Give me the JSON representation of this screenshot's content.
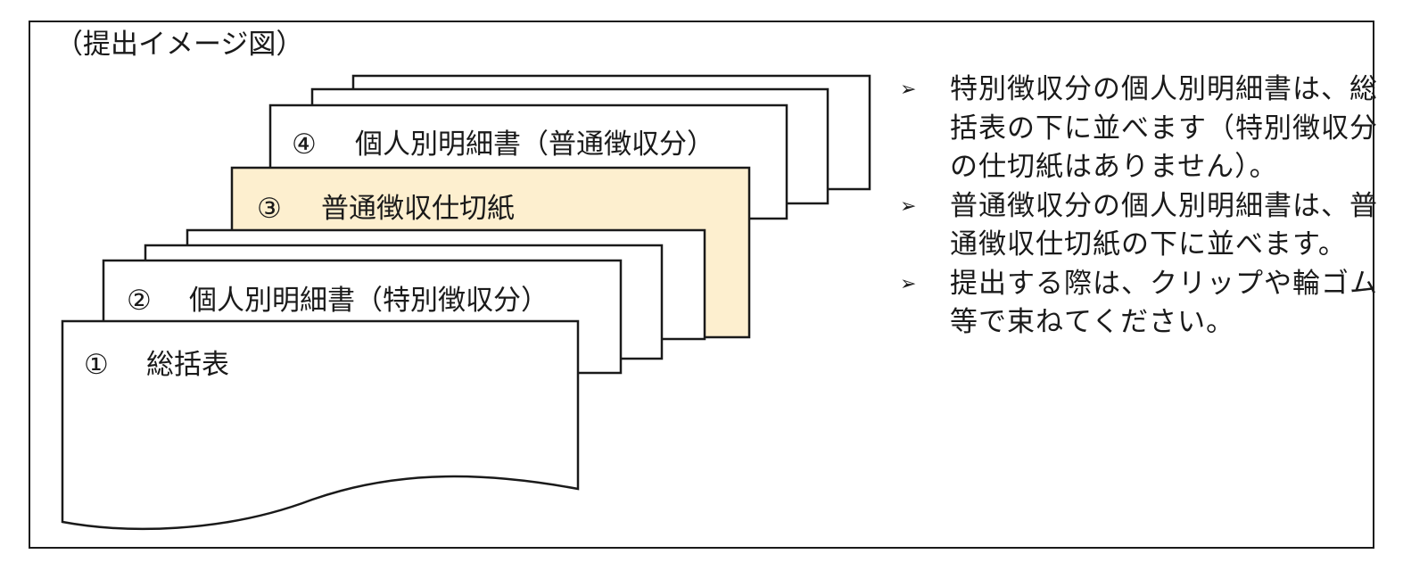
{
  "title": "（提出イメージ図）",
  "sheets": [
    {
      "number": "①",
      "label": "総括表"
    },
    {
      "number": "②",
      "label": "個人別明細書（特別徴収分）"
    },
    {
      "number": "③",
      "label": "普通徴収仕切紙"
    },
    {
      "number": "④",
      "label": "個人別明細書（普通徴収分）"
    }
  ],
  "colors": {
    "divider_fill": "#fdefcf",
    "sheet_fill": "#ffffff",
    "stroke": "#1a1a1a"
  },
  "bullet_icon": "arrow-right-icon",
  "notes": [
    {
      "bullet": "➢",
      "text": "特別徴収分の個人別明細書は、総括表の下に並べます（特別徴収分の仕切紙はありません）。"
    },
    {
      "bullet": "➢",
      "text": "普通徴収分の個人別明細書は、普通徴収仕切紙の下に並べます。"
    },
    {
      "bullet": "➢",
      "text": "提出する際は、クリップや輪ゴム等で束ねてください。"
    }
  ]
}
